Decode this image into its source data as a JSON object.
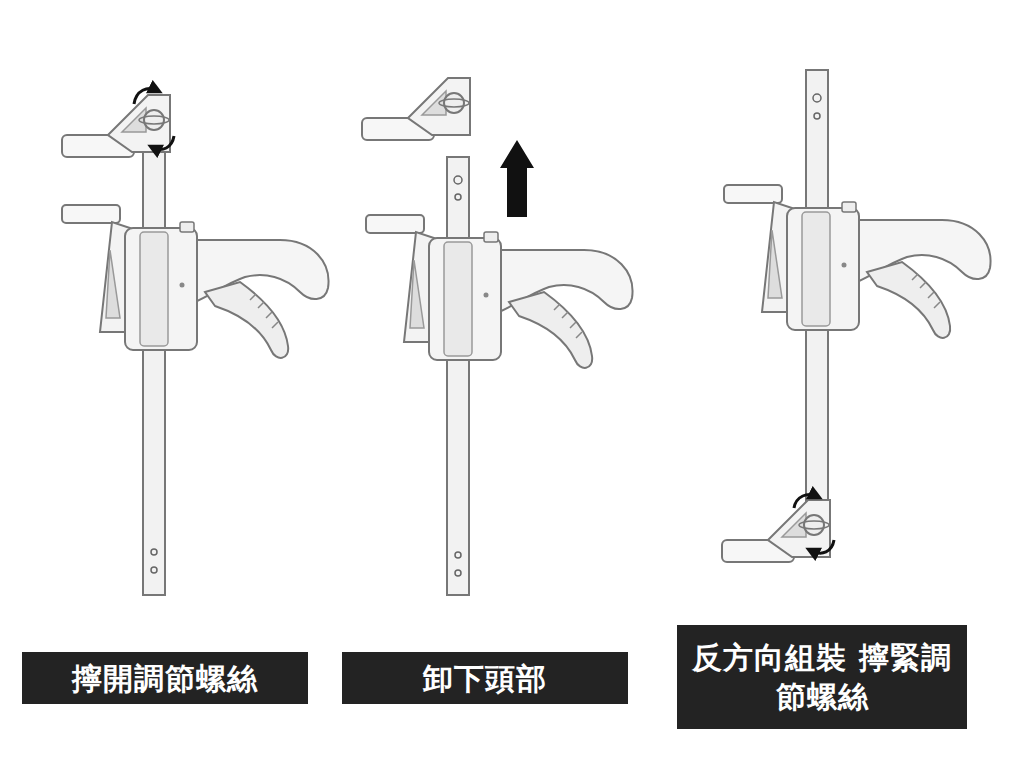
{
  "diagram": {
    "nodes": [
      {
        "text": [
          "擰開調節螺絲"
        ]
      },
      {
        "text": [
          "卸下頭部"
        ]
      },
      {
        "text": [
          "反方向組裝 擰緊調節螺絲"
        ]
      }
    ]
  }
}
